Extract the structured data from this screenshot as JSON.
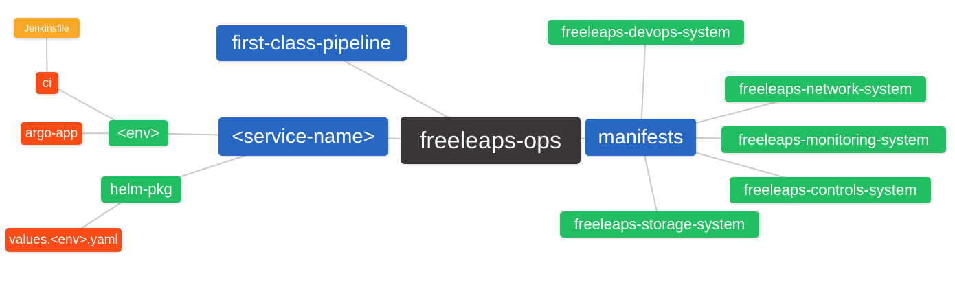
{
  "mindmap": {
    "nodes": [
      {
        "id": "freeleaps-ops",
        "label": "freeleaps-ops",
        "level": 0
      },
      {
        "id": "first-class-pipeline",
        "label": "first-class-pipeline",
        "level": 1
      },
      {
        "id": "service-name",
        "label": "<service-name>",
        "level": 1
      },
      {
        "id": "manifests",
        "label": "manifests",
        "level": 1
      },
      {
        "id": "env",
        "label": "<env>",
        "level": 2
      },
      {
        "id": "helm-pkg",
        "label": "helm-pkg",
        "level": 2
      },
      {
        "id": "ci",
        "label": "ci",
        "level": 3
      },
      {
        "id": "argo-app",
        "label": "argo-app",
        "level": 3
      },
      {
        "id": "jenkinsfile",
        "label": "Jenkinsfile",
        "level": 4
      },
      {
        "id": "values-env-yaml",
        "label": "values.<env>.yaml",
        "level": 3
      },
      {
        "id": "freeleaps-devops-system",
        "label": "freeleaps-devops-system",
        "level": 2
      },
      {
        "id": "freeleaps-network-system",
        "label": "freeleaps-network-system",
        "level": 2
      },
      {
        "id": "freeleaps-monitoring-system",
        "label": "freeleaps-monitoring-system",
        "level": 2
      },
      {
        "id": "freeleaps-controls-system",
        "label": "freeleaps-controls-system",
        "level": 2
      },
      {
        "id": "freeleaps-storage-system",
        "label": "freeleaps-storage-system",
        "level": 2
      }
    ],
    "edges": [
      {
        "from": "jenkinsfile",
        "to": "ci"
      },
      {
        "from": "ci",
        "to": "env"
      },
      {
        "from": "argo-app",
        "to": "env"
      },
      {
        "from": "env",
        "to": "service-name"
      },
      {
        "from": "values-env-yaml",
        "to": "helm-pkg"
      },
      {
        "from": "helm-pkg",
        "to": "service-name"
      },
      {
        "from": "first-class-pipeline",
        "to": "freeleaps-ops"
      },
      {
        "from": "service-name",
        "to": "freeleaps-ops"
      },
      {
        "from": "freeleaps-ops",
        "to": "manifests"
      },
      {
        "from": "manifests",
        "to": "freeleaps-devops-system"
      },
      {
        "from": "manifests",
        "to": "freeleaps-network-system"
      },
      {
        "from": "manifests",
        "to": "freeleaps-monitoring-system"
      },
      {
        "from": "manifests",
        "to": "freeleaps-controls-system"
      },
      {
        "from": "manifests",
        "to": "freeleaps-storage-system"
      }
    ],
    "colors": {
      "root_bg": "#3B3636",
      "level1_bg": "#2667C4",
      "level2_bg": "#21BF62",
      "level3_bg": "#F94B16",
      "level4_bg": "#F8A829",
      "node_text": "#FFFFFF",
      "edge_line": "#C9C9C9",
      "canvas_bg": "#FFFFFF"
    },
    "edge_width": 2
  }
}
